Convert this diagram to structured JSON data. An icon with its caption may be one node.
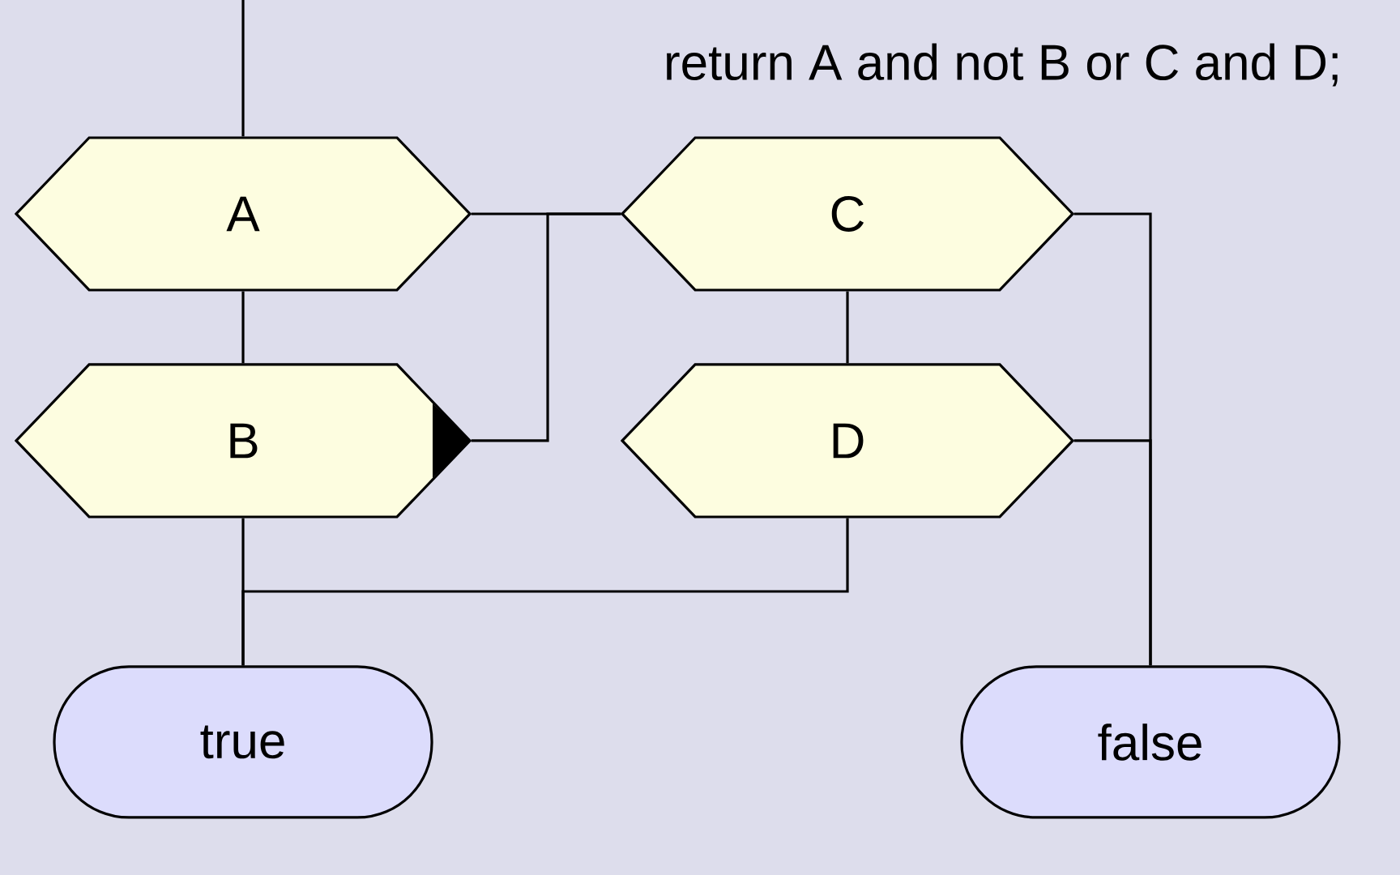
{
  "diagram": {
    "nodes": [
      {
        "text": [
          "A"
        ]
      },
      {
        "text": [
          "B"
        ]
      },
      {
        "text": [
          "C"
        ]
      },
      {
        "text": [
          "D"
        ]
      },
      {
        "text": [
          "true"
        ]
      },
      {
        "text": [
          "false"
        ]
      }
    ],
    "edges": [
      {
        "from": null,
        "to": 0,
        "arrow": "none"
      },
      {
        "from": 0,
        "to": 1,
        "arrow": "none"
      },
      {
        "from": 0,
        "to": 2,
        "arrow": "none"
      },
      {
        "from": 1,
        "to": 2,
        "arrow": "none"
      },
      {
        "from": 2,
        "to": 3,
        "arrow": "none"
      },
      {
        "from": 1,
        "to": 4,
        "arrow": "none"
      },
      {
        "from": 3,
        "to": 4,
        "arrow": "none"
      },
      {
        "from": 2,
        "to": 5,
        "arrow": "none"
      },
      {
        "from": 3,
        "to": 5,
        "arrow": "none"
      }
    ],
    "labels": [
      "return A and not B or C and D;"
    ]
  }
}
